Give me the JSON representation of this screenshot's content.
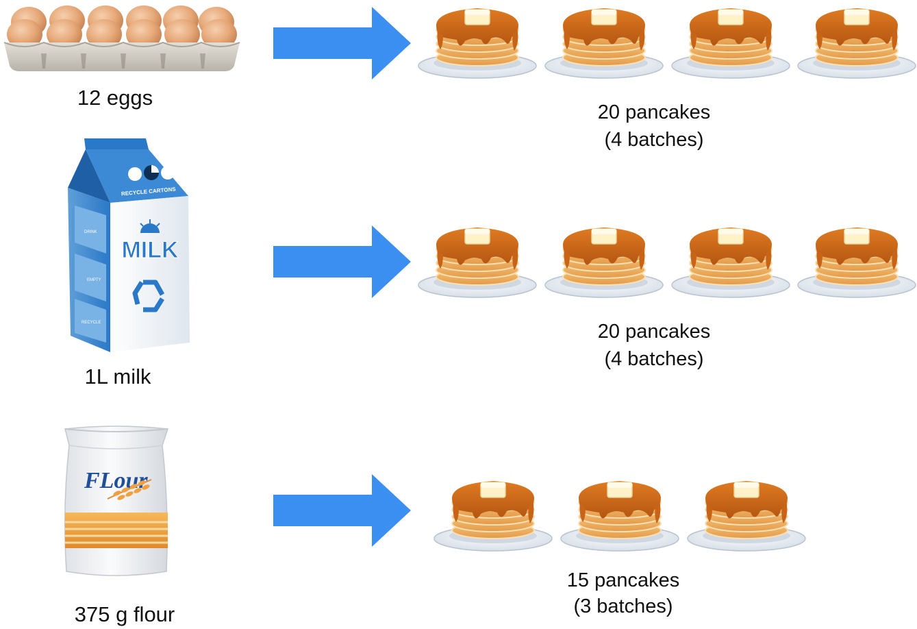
{
  "rows": [
    {
      "ingredient": {
        "name": "egg-carton",
        "label": "12 eggs"
      },
      "result": {
        "line1": "20 pancakes",
        "line2": "(4 batches)"
      },
      "stacks": 4
    },
    {
      "ingredient": {
        "name": "milk-carton",
        "label": "1L milk",
        "carton_text": "RECYCLE CARTONS",
        "brand_text": "MILK",
        "side_text_1": "DRINK",
        "side_text_2": "EMPTY",
        "side_text_3": "RECYCLE"
      },
      "result": {
        "line1": "20 pancakes",
        "line2": "(4 batches)"
      },
      "stacks": 4
    },
    {
      "ingredient": {
        "name": "flour-bag",
        "label": "375 g flour",
        "bag_text": "FLour"
      },
      "result": {
        "line1": "15 pancakes",
        "line2": "(3 batches)"
      },
      "stacks": 3
    }
  ],
  "colors": {
    "arrow": "#3a8ff0",
    "pancake": "#f0b060",
    "syrup": "#c86418",
    "butter": "#fff2c8",
    "plate": "#e8eef5",
    "milk_blue": "#2a78c8",
    "egg": "#e6a878",
    "carton": "#d7d2ca",
    "flour_band": "#f0a040"
  }
}
